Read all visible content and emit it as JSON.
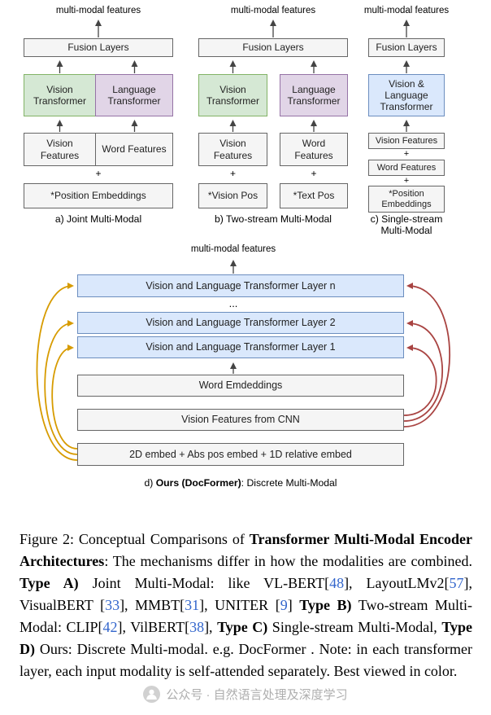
{
  "colors": {
    "green_fill": "#D5E8D4",
    "green_border": "#82B366",
    "purple_fill": "#E1D5E7",
    "purple_border": "#9673A6",
    "blue_fill": "#DAE8FC",
    "blue_border": "#6C8EBF",
    "gray_fill": "#F5F5F5",
    "gray_border": "#666666",
    "arrow": "#444444",
    "spatial_skip_arrow": "#D79B00",
    "visual_skip_arrow": "#A94442",
    "citation": "#3366CC"
  },
  "diagram_a": {
    "top_label": "multi-modal features",
    "fusion": "Fusion Layers",
    "vision_transformer": "Vision Transformer",
    "language_transformer": "Language Transformer",
    "vision_features": "Vision Features",
    "word_features": "Word Features",
    "plus": "+",
    "position_embeddings": "*Position Embeddings",
    "label": "a) Joint Multi-Modal"
  },
  "diagram_b": {
    "top_label": "multi-modal features",
    "fusion": "Fusion Layers",
    "vision_transformer": "Vision Transformer",
    "language_transformer": "Language Transformer",
    "vision_features": "Vision Features",
    "word_features": "Word Features",
    "plus_left": "+",
    "plus_right": "+",
    "vision_pos": "*Vision Pos",
    "text_pos": "*Text Pos",
    "label": "b) Two-stream Multi-Modal"
  },
  "diagram_c": {
    "top_label": "multi-modal features",
    "fusion": "Fusion Layers",
    "vl_transformer": "Vision & Language Transformer",
    "vision_features": "Vision Features",
    "plus_1": "+",
    "word_features": "Word Features",
    "plus_2": "+",
    "position_embeddings": "*Position Embeddings",
    "label_line1": "c) Single-stream",
    "label_line2": "Multi-Modal"
  },
  "diagram_d": {
    "top_label": "multi-modal features",
    "layer_n": "Vision and Language Transformer Layer n",
    "ellipsis": "...",
    "layer_2": "Vision and Language Transformer Layer 2",
    "layer_1": "Vision and Language Transformer Layer 1",
    "word_embeddings": "Word Emdeddings",
    "vision_features_cnn": "Vision Features from CNN",
    "embed_inputs": "2D embed + Abs pos embed + 1D relative embed",
    "label_prefix": "d) ",
    "label_bold": "Ours (DocFormer)",
    "label_suffix": ": Discrete Multi-Modal"
  },
  "figure_caption": {
    "segments": [
      {
        "text": "Figure 2: Conceptual Comparisons of ",
        "style": "normal"
      },
      {
        "text": "Transformer Multi-Modal Encoder Architectures",
        "style": "bold"
      },
      {
        "text": ": The mechanisms differ in how the modalities are combined. ",
        "style": "normal"
      },
      {
        "text": "Type A)",
        "style": "bold"
      },
      {
        "text": " Joint Multi-Modal: like VL-BERT[",
        "style": "normal"
      },
      {
        "text": "48",
        "style": "cite"
      },
      {
        "text": "], LayoutLMv2[",
        "style": "normal"
      },
      {
        "text": "57",
        "style": "cite"
      },
      {
        "text": "], VisualBERT [",
        "style": "normal"
      },
      {
        "text": "33",
        "style": "cite"
      },
      {
        "text": "], MMBT[",
        "style": "normal"
      },
      {
        "text": "31",
        "style": "cite"
      },
      {
        "text": "], UNITER [",
        "style": "normal"
      },
      {
        "text": "9",
        "style": "cite"
      },
      {
        "text": "] ",
        "style": "normal"
      },
      {
        "text": "Type B)",
        "style": "bold"
      },
      {
        "text": " Two-stream Multi-Modal: CLIP[",
        "style": "normal"
      },
      {
        "text": "42",
        "style": "cite"
      },
      {
        "text": "], VilBERT[",
        "style": "normal"
      },
      {
        "text": "38",
        "style": "cite"
      },
      {
        "text": "], ",
        "style": "normal"
      },
      {
        "text": "Type C)",
        "style": "bold"
      },
      {
        "text": " Single-stream Multi-Modal, ",
        "style": "normal"
      },
      {
        "text": "Type D)",
        "style": "bold"
      },
      {
        "text": " Ours: Discrete Multi-modal. e.g. DocFormer . Note: in each transformer layer, each input modality is self-attended separately. Best viewed in color.",
        "style": "normal"
      }
    ]
  },
  "watermark": {
    "text": "公众号 · 自然语言处理及深度学习"
  }
}
